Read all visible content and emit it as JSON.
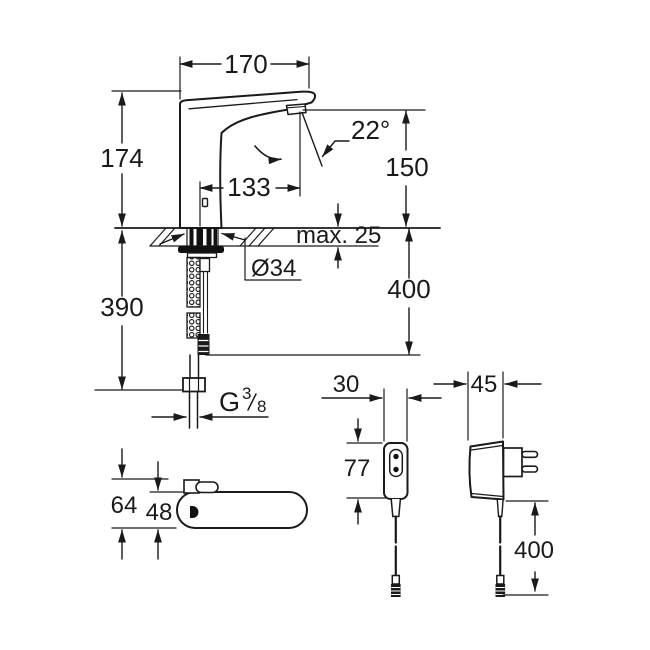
{
  "drawing": {
    "title": "faucet-dimensional-drawing",
    "colors": {
      "line": "#1a1a1a",
      "bg": "#ffffff"
    },
    "main": {
      "width": "170",
      "height": "174",
      "reach": "133",
      "angle": "22°",
      "outlet_height": "150",
      "max_thickness": "max. 25",
      "hole": "Ø34",
      "hose_drop": "400",
      "under_height": "390",
      "thread_g": "G",
      "thread_num": "3",
      "thread_den": "8"
    },
    "control_unit": {
      "overall": "64",
      "body": "48"
    },
    "plug_front": {
      "width": "30",
      "height": "77"
    },
    "plug_side": {
      "width": "45",
      "cable": "400"
    }
  }
}
